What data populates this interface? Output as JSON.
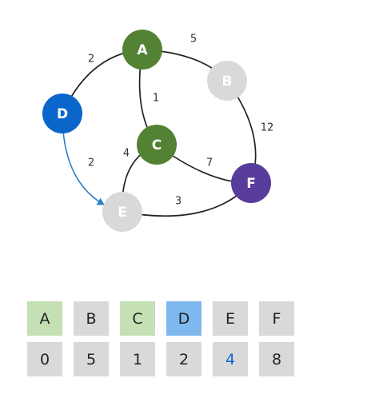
{
  "graph": {
    "nodes": [
      {
        "id": "A",
        "label": "A",
        "color": "#548235",
        "text_color": "#ffffff"
      },
      {
        "id": "B",
        "label": "B",
        "color": "#d9d9d9",
        "text_color": "#ffffff"
      },
      {
        "id": "C",
        "label": "C",
        "color": "#548235",
        "text_color": "#ffffff"
      },
      {
        "id": "D",
        "label": "D",
        "color": "#0b66cc",
        "text_color": "#ffffff"
      },
      {
        "id": "E",
        "label": "E",
        "color": "#d9d9d9",
        "text_color": "#ffffff"
      },
      {
        "id": "F",
        "label": "F",
        "color": "#583c9c",
        "text_color": "#ffffff"
      }
    ],
    "edges": [
      {
        "from": "A",
        "to": "B",
        "weight": "5",
        "color": "#222222",
        "directed": false
      },
      {
        "from": "A",
        "to": "D",
        "weight": "2",
        "color": "#222222",
        "directed": false
      },
      {
        "from": "A",
        "to": "C",
        "weight": "1",
        "color": "#222222",
        "directed": false
      },
      {
        "from": "B",
        "to": "F",
        "weight": "12",
        "color": "#222222",
        "directed": false
      },
      {
        "from": "C",
        "to": "E",
        "weight": "4",
        "color": "#222222",
        "directed": false
      },
      {
        "from": "C",
        "to": "F",
        "weight": "7",
        "color": "#222222",
        "directed": false
      },
      {
        "from": "D",
        "to": "E",
        "weight": "2",
        "color": "#2a7fc9",
        "directed": true
      },
      {
        "from": "E",
        "to": "F",
        "weight": "3",
        "color": "#222222",
        "directed": false
      }
    ]
  },
  "distance_table": {
    "columns": [
      {
        "label": "A",
        "value": "0",
        "header_color": "#c5e0b4",
        "value_color": "#222222"
      },
      {
        "label": "B",
        "value": "5",
        "header_color": "#d9d9d9",
        "value_color": "#222222"
      },
      {
        "label": "C",
        "value": "1",
        "header_color": "#c5e0b4",
        "value_color": "#222222"
      },
      {
        "label": "D",
        "value": "2",
        "header_color": "#7fb8ee",
        "value_color": "#222222"
      },
      {
        "label": "E",
        "value": "4",
        "header_color": "#d9d9d9",
        "value_color": "#0b66cc"
      },
      {
        "label": "F",
        "value": "8",
        "header_color": "#d9d9d9",
        "value_color": "#222222"
      }
    ],
    "cell_color": "#d9d9d9"
  }
}
